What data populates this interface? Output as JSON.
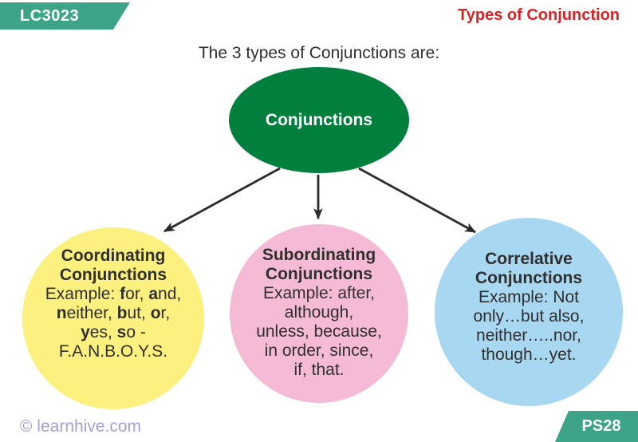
{
  "header": {
    "code_badge": "LC3023",
    "title": "Types of Conjunction"
  },
  "intro_text": "The 3 types of Conjunctions are:",
  "diagram": {
    "root": {
      "label": "Conjunctions",
      "fill": "#01803D"
    },
    "branches": [
      {
        "name": "coordinating",
        "fill": "#FCF07E",
        "title_lines": [
          "Coordinating",
          "Conjunctions"
        ],
        "body_lines": [
          [
            {
              "t": "Example: "
            },
            {
              "t": "f",
              "b": true
            },
            {
              "t": "or, "
            },
            {
              "t": "a",
              "b": true
            },
            {
              "t": "nd,"
            }
          ],
          [
            {
              "t": "n",
              "b": true
            },
            {
              "t": "either, "
            },
            {
              "t": "b",
              "b": true
            },
            {
              "t": "ut, "
            },
            {
              "t": "o",
              "b": true
            },
            {
              "t": "r,"
            }
          ],
          [
            {
              "t": "y",
              "b": true
            },
            {
              "t": "es, "
            },
            {
              "t": "s",
              "b": true
            },
            {
              "t": "o -"
            }
          ],
          [
            {
              "t": "F.A.N.B.O.Y.S."
            }
          ]
        ]
      },
      {
        "name": "subordinating",
        "fill": "#F4BAD6",
        "title_lines": [
          "Subordinating",
          "Conjunctions"
        ],
        "body_lines": [
          "Example: after,",
          "although,",
          "unless, because,",
          "in order, since,",
          "if, that."
        ]
      },
      {
        "name": "correlative",
        "fill": "#A8D7F2",
        "title_lines": [
          "Correlative",
          "Conjunctions"
        ],
        "body_lines": [
          "Example: Not",
          "only…but also,",
          "neither…..nor,",
          "though…yet."
        ]
      }
    ]
  },
  "footer": {
    "copyright": "© learnhive.com",
    "page_badge": "PS28"
  },
  "colors": {
    "ribbon_green": "#3DA48A",
    "title_red": "#E01F23",
    "node_green": "#01803D",
    "text_dark": "#2F2F2F",
    "arrow_black": "#2B2B2B",
    "copyright_lavender": "#A5A0D6"
  }
}
